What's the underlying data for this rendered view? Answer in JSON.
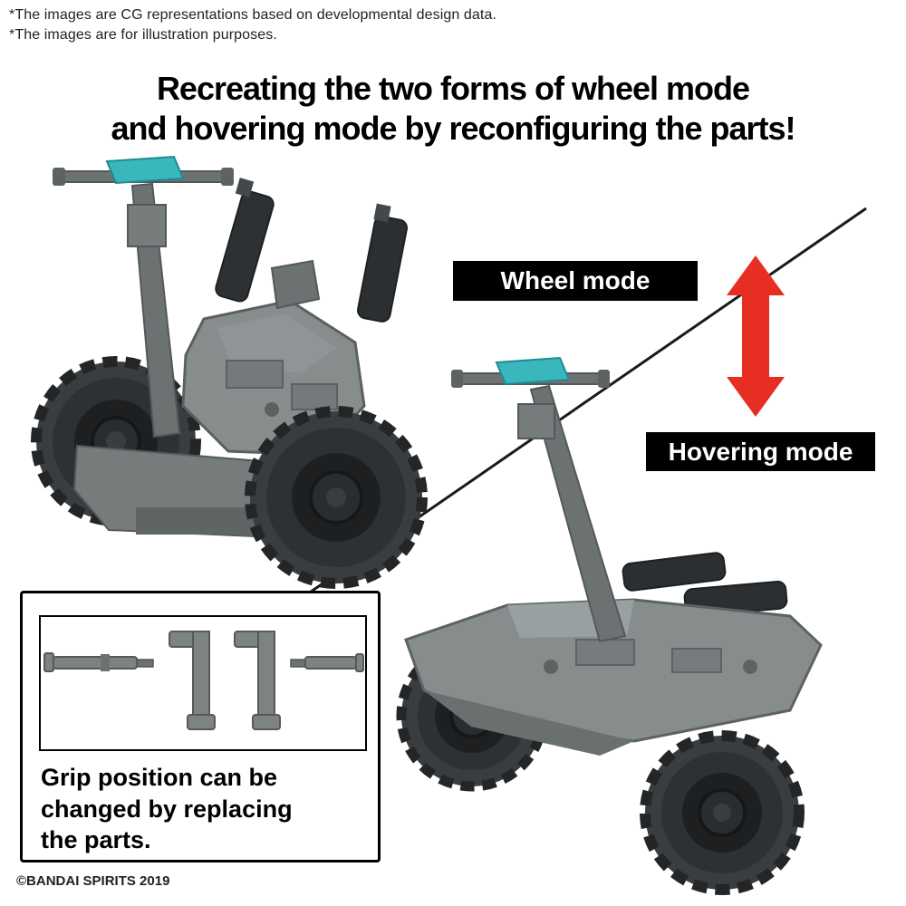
{
  "disclaimer": {
    "line1": "*The images are CG representations based on developmental design data.",
    "line2": "*The images are for illustration purposes."
  },
  "title": {
    "line1": "Recreating the two forms of wheel mode",
    "line2": "and hovering mode by reconfiguring the parts!"
  },
  "modes": {
    "wheel": "Wheel mode",
    "hovering": "Hovering mode"
  },
  "callout": {
    "lines": [
      "Grip position can be",
      "changed by replacing",
      "the parts."
    ]
  },
  "footer": {
    "copyright": "©BANDAI SPIRITS 2019"
  },
  "colors": {
    "arrow_red": "#e62e22",
    "label_bg": "#000000",
    "label_text": "#ffffff",
    "body_gray": "#878c8d",
    "body_gray_dark": "#6c7172",
    "accent_teal": "#3ab7bd",
    "tire_dark": "#2e3133",
    "divider_line": "#1a1a1a"
  }
}
